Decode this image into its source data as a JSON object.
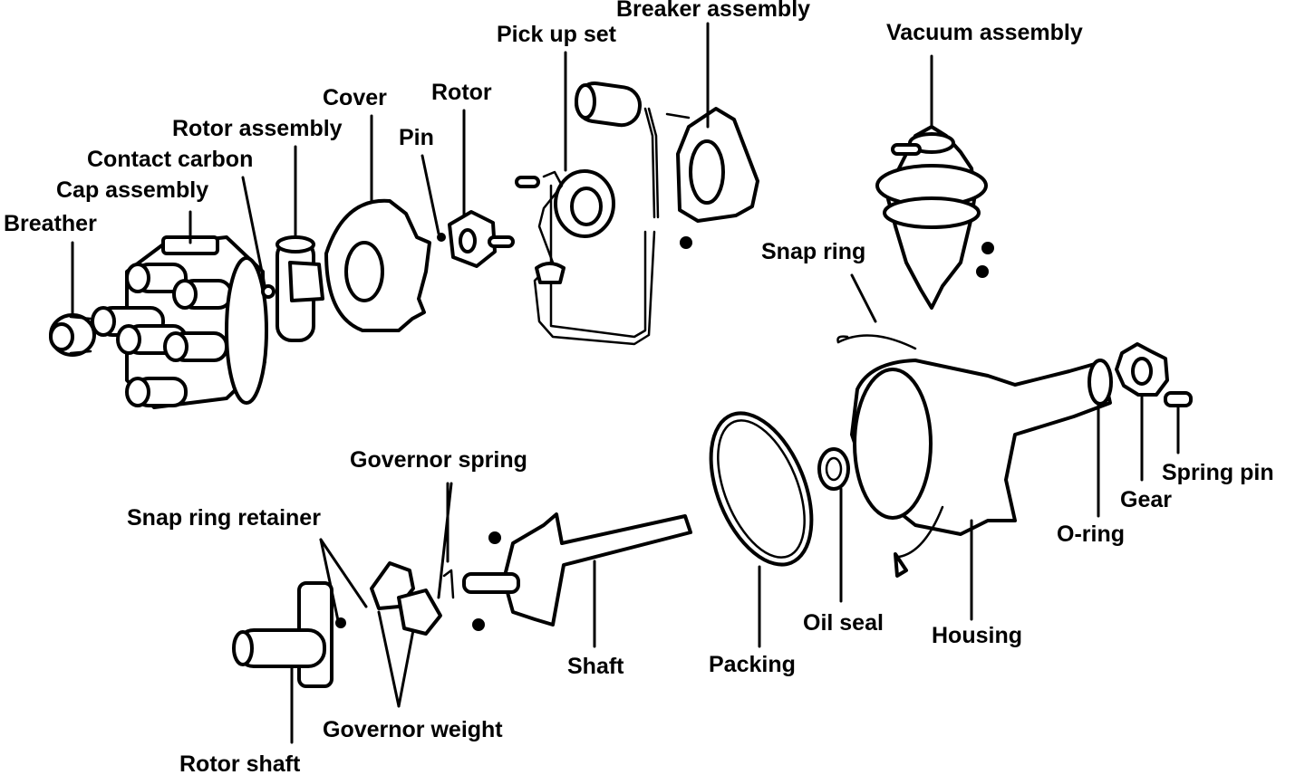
{
  "labels": {
    "breather": "Breather",
    "cap_assembly": "Cap assembly",
    "contact_carbon": "Contact carbon",
    "rotor_assembly": "Rotor assembly",
    "cover": "Cover",
    "pin": "Pin",
    "rotor": "Rotor",
    "pick_up_set": "Pick up set",
    "breaker_assembly": "Breaker assembly",
    "vacuum_assembly": "Vacuum assembly",
    "snap_ring": "Snap ring",
    "governor_spring": "Governor spring",
    "snap_ring_retainer": "Snap ring retainer",
    "governor_weight": "Governor weight",
    "rotor_shaft": "Rotor shaft",
    "shaft": "Shaft",
    "packing": "Packing",
    "oil_seal": "Oil seal",
    "housing": "Housing",
    "o_ring": "O-ring",
    "gear": "Gear",
    "spring_pin": "Spring pin"
  }
}
